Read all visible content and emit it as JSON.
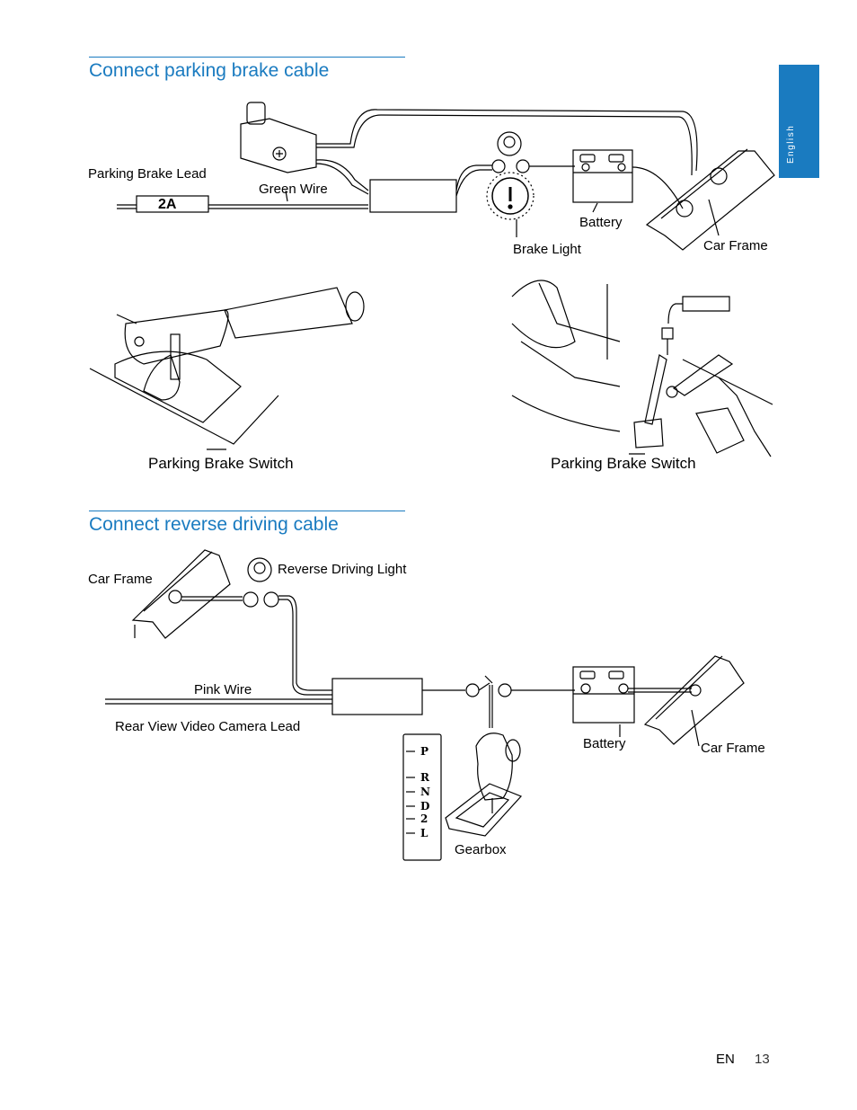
{
  "sidebar": {
    "language_tab": "English"
  },
  "section1": {
    "title": "Connect parking brake cable",
    "labels": {
      "parking_brake_lead": "Parking Brake Lead",
      "fuse": "2A",
      "green_wire": "Green Wire",
      "battery": "Battery",
      "brake_light": "Brake Light",
      "car_frame": "Car Frame",
      "parking_brake_switch_left": "Parking Brake Switch",
      "parking_brake_switch_right": "Parking Brake Switch"
    }
  },
  "section2": {
    "title": "Connect reverse driving cable",
    "labels": {
      "car_frame_left": "Car Frame",
      "reverse_driving_light": "Reverse Driving Light",
      "pink_wire": "Pink Wire",
      "rear_view_camera_lead": "Rear View Video Camera Lead",
      "battery": "Battery",
      "car_frame_right": "Car Frame",
      "gearbox": "Gearbox"
    },
    "gear_positions": [
      "P",
      "R",
      "N",
      "D",
      "2",
      "L"
    ]
  },
  "footer": {
    "lang": "EN",
    "page_number": "13"
  }
}
